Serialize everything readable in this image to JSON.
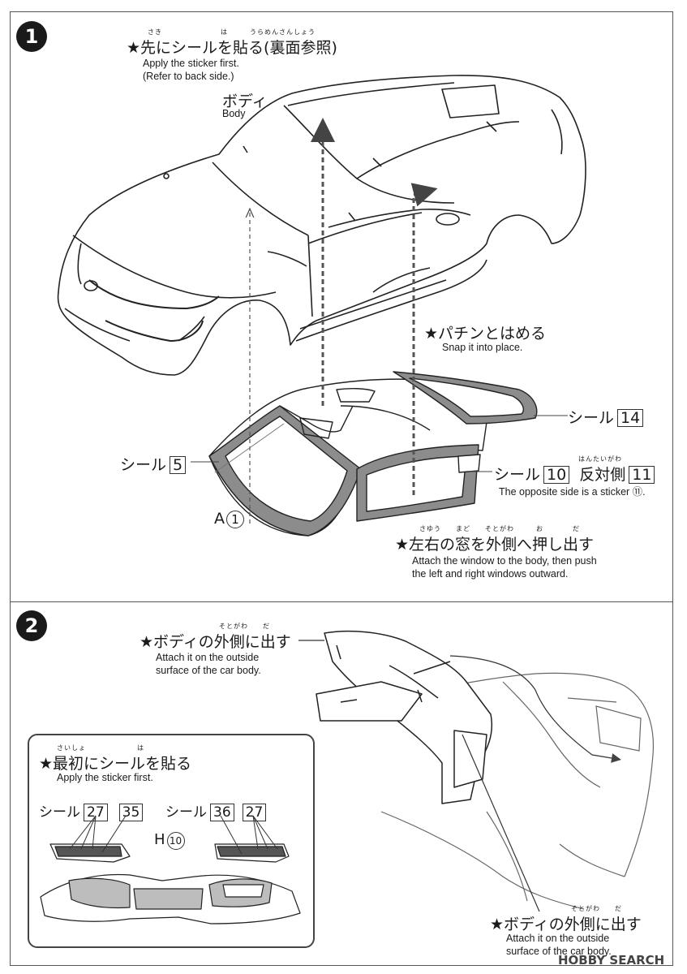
{
  "step1": {
    "number": "1",
    "sticker_first_ruby": "さき　　　　　　　　は　　　うらめんさんしょう",
    "sticker_first_jp": "★先にシールを貼る(裏面参照)",
    "sticker_first_en": [
      "Apply the sticker first.",
      "(Refer to back side.)"
    ],
    "body_jp": "ボディ",
    "body_en": "Body",
    "snap_jp": "★パチンとはめる",
    "snap_en": "Snap it into place.",
    "seal_label": "シール",
    "seal_14": "14",
    "seal_5": "5",
    "seal_10": "10",
    "opposite_ruby": "はんたいがわ",
    "opposite_jp": "反対側",
    "seal_11": "11",
    "opposite_en": "The opposite side is a sticker ⑪.",
    "part_a": "A",
    "part_a_num": "1",
    "windows_ruby": "さゆう　　まど　　そとがわ　　　お　　　　だ",
    "windows_jp": "★左右の窓を外側へ押し出す",
    "windows_en": [
      "Attach the window to the body, then push",
      "the left and right windows outward."
    ]
  },
  "step2": {
    "number": "2",
    "outside_ruby": "そとがわ　　だ",
    "outside_jp": "★ボディの外側に出す",
    "outside_en": [
      "Attach it on the outside",
      "surface of the car body."
    ],
    "first_ruby": "さいしょ　　　　　　　は",
    "first_jp": "★最初にシールを貼る",
    "first_en": "Apply the sticker first.",
    "seal_label": "シール",
    "seal_27": "27",
    "seal_35": "35",
    "seal_36": "36",
    "part_h": "H",
    "part_h_num": "10",
    "outside2_ruby": "そとがわ　　だ",
    "outside2_jp": "★ボディの外側に出す",
    "outside2_en": [
      "Attach it on the outside",
      "surface of the car body."
    ]
  },
  "watermark": "HOBBY SEARCH"
}
